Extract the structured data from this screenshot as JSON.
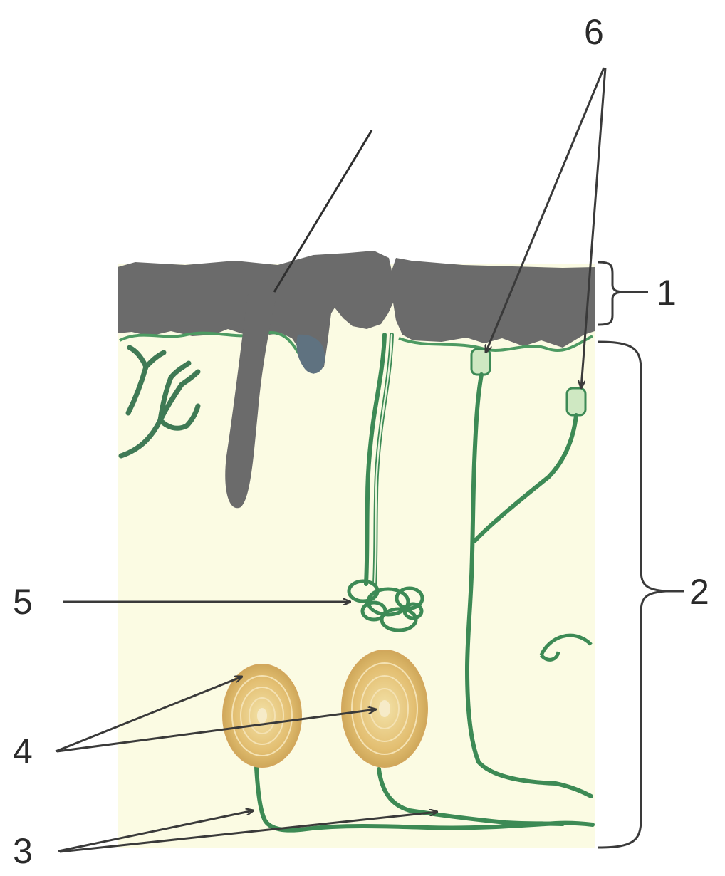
{
  "labels": {
    "epidermis": "1",
    "dermis": "2",
    "nerve_fibers": "3",
    "pacinian_corpuscles": "4",
    "sweat_gland": "5",
    "nerve_endings": "6"
  },
  "colors": {
    "background": "#ffffff",
    "dermis": "#fbfbe3",
    "epidermis": "#6b6b6b",
    "nerve": "#3d8a55",
    "corpuscle": "#e3bf72",
    "text": "#2a2a2a"
  }
}
